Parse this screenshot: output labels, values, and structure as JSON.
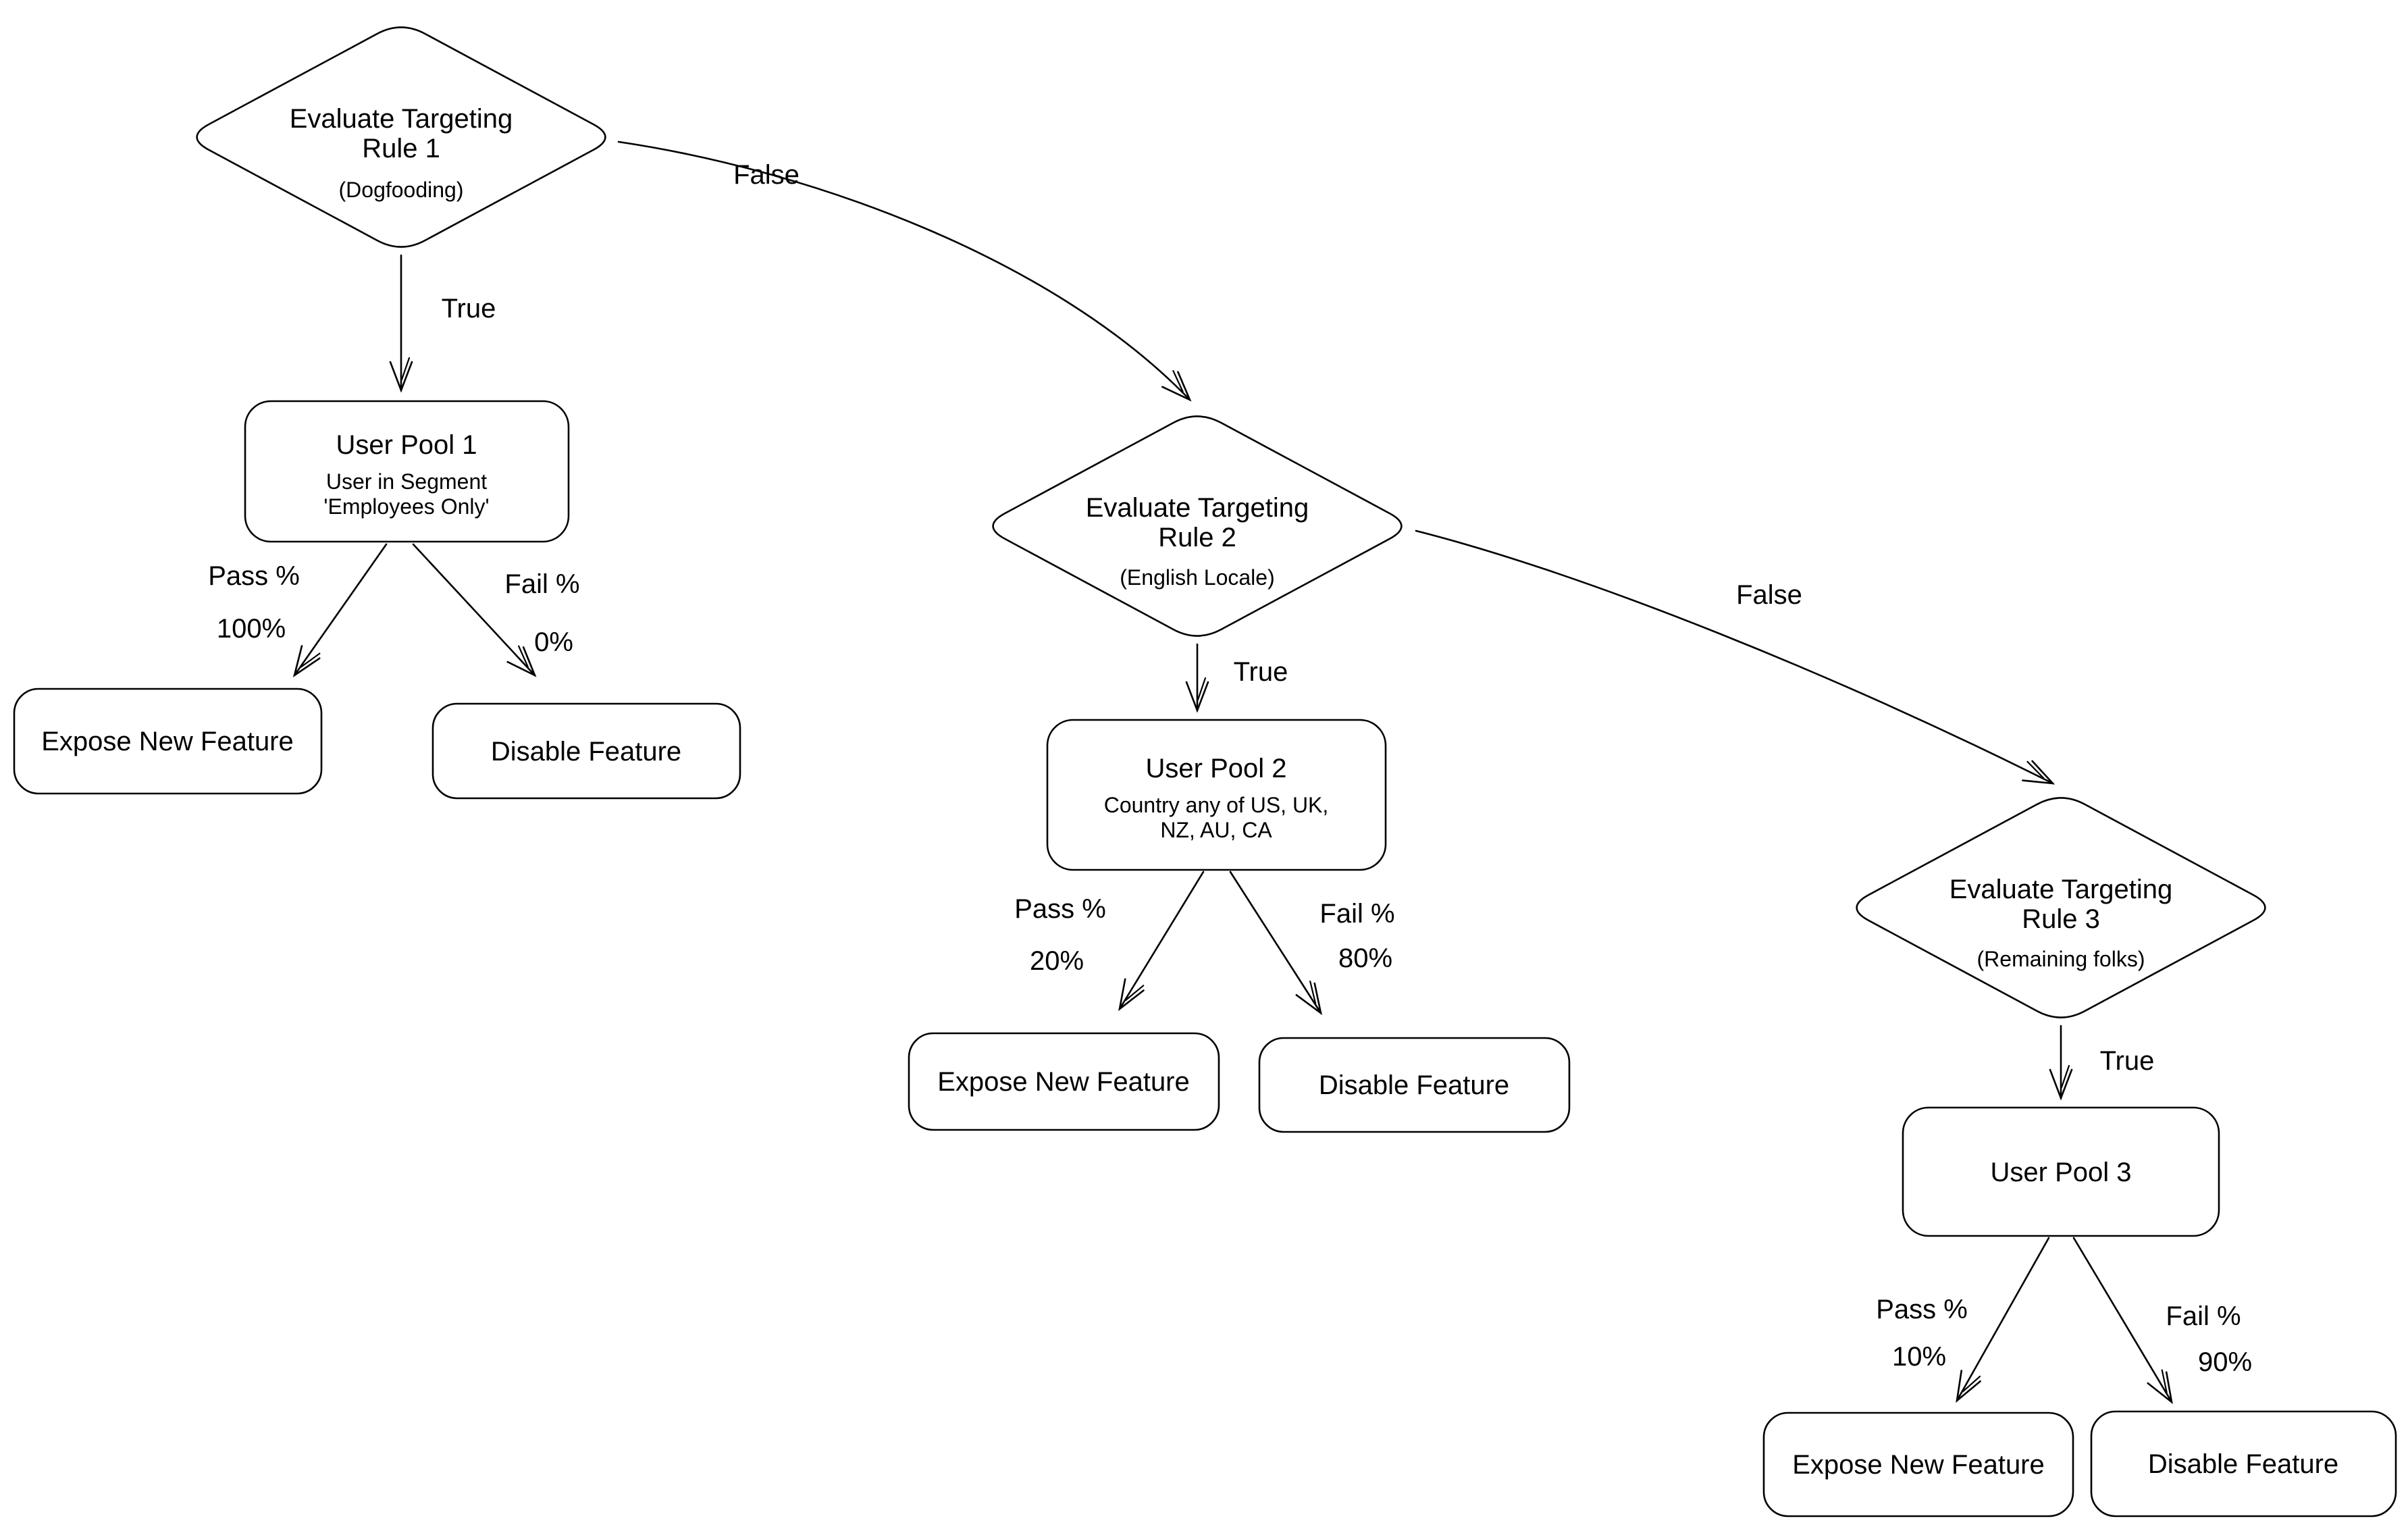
{
  "diagram": {
    "background_color": "#ffffff",
    "stroke_color": "#000000",
    "nodes": {
      "rule1": {
        "line1": "Evaluate Targeting",
        "line2": "Rule 1",
        "subtitle": "(Dogfooding)"
      },
      "rule2": {
        "line1": "Evaluate Targeting",
        "line2": "Rule 2",
        "subtitle": "(English Locale)"
      },
      "rule3": {
        "line1": "Evaluate Targeting",
        "line2": "Rule 3",
        "subtitle": "(Remaining folks)"
      },
      "pool1": {
        "title": "User Pool 1",
        "sub1": "User in Segment",
        "sub2": "'Employees Only'"
      },
      "pool2": {
        "title": "User Pool 2",
        "sub1": "Country any of US, UK,",
        "sub2": "NZ, AU, CA"
      },
      "pool3": {
        "title": "User Pool 3"
      },
      "outcome1_pass": {
        "label": "Expose New Feature"
      },
      "outcome1_fail": {
        "label": "Disable Feature"
      },
      "outcome2_pass": {
        "label": "Expose New Feature"
      },
      "outcome2_fail": {
        "label": "Disable Feature"
      },
      "outcome3_pass": {
        "label": "Expose New Feature"
      },
      "outcome3_fail": {
        "label": "Disable Feature"
      }
    },
    "edges": {
      "rule1_true": {
        "label": "True"
      },
      "rule1_false": {
        "label": "False"
      },
      "rule2_true": {
        "label": "True"
      },
      "rule2_false": {
        "label": "False"
      },
      "rule3_true": {
        "label": "True"
      },
      "pool1_pass": {
        "label": "Pass %",
        "value": "100%"
      },
      "pool1_fail": {
        "label": "Fail %",
        "value": "0%"
      },
      "pool2_pass": {
        "label": "Pass %",
        "value": "20%"
      },
      "pool2_fail": {
        "label": "Fail %",
        "value": "80%"
      },
      "pool3_pass": {
        "label": "Pass %",
        "value": "10%"
      },
      "pool3_fail": {
        "label": "Fail %",
        "value": "90%"
      }
    }
  }
}
